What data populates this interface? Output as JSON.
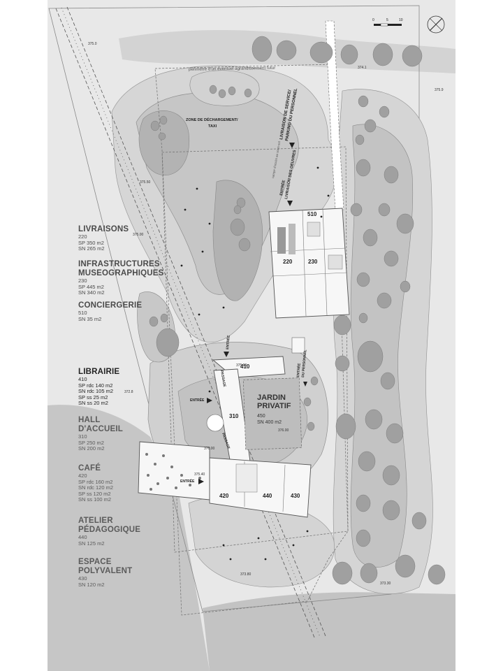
{
  "legend": [
    {
      "title": "LIVRAISONS",
      "lines": [
        "220",
        "SP 350 m2",
        "SN 265 m2"
      ]
    },
    {
      "title": "INFRASTRUCTURES MUSEOGRAPHIQUES",
      "title_lines": [
        "INFRASTRUCTURES",
        "MUSEOGRAPHIQUES"
      ],
      "lines": [
        "230",
        "SP 445 m2",
        "SN 340 m2"
      ]
    },
    {
      "title": "CONCIERGERIE",
      "lines": [
        "510",
        "SN 35 m2"
      ]
    },
    {
      "title": "LIBRAIRIE",
      "lines": [
        "410",
        "SP rdc 140 m2",
        "SN rdc 105 m2",
        "SP  ss   25 m2",
        "SN  ss   20 m2"
      ]
    },
    {
      "title": "HALL D'ACCUEIL",
      "title_lines": [
        "HALL",
        "D'ACCUEIL"
      ],
      "lines": [
        "310",
        "SP 250 m2",
        "SN 200 m2"
      ]
    },
    {
      "title": "CAFÉ",
      "lines": [
        "420",
        "SP rdc 160 m2",
        "SN rdc 120 m2",
        "SP ss 120 m2",
        "SN ss 100 m2"
      ]
    },
    {
      "title": "ATELIER PÉDAGOGIQUE",
      "title_lines": [
        "ATELIER",
        "PÉDAGOGIQUE"
      ],
      "lines": [
        "440",
        "SN 125 m2"
      ]
    },
    {
      "title": "ESPACE POLYVALENT",
      "title_lines": [
        "ESPACE",
        "POLYVALENT"
      ],
      "lines": [
        "430",
        "SN 120 m2"
      ]
    }
  ],
  "plan": {
    "perimeter_note": "périmètre d'un éventuel agrandissement futur",
    "zone_label": [
      "ZONE DE DÉCHARGEMENT/",
      "TAXI"
    ],
    "service_label": [
      "LIVRAISON DE SERVICE/",
      "PARKING DU PERSONNEL"
    ],
    "delivery_label": [
      "ENTRÉE",
      "LIVRAISON DES OEUVRES"
    ],
    "small_note": "rampe d'accès au sous-sol",
    "entree_staff": [
      "ENTRÉE",
      "DU PERSONNEL"
    ],
    "entree": "ENTRÉE",
    "passage": "PASSAGE",
    "garden_title": [
      "JARDIN",
      "PRIVATIF"
    ],
    "garden_lines": [
      "450",
      "SN 400 m2"
    ],
    "room_numbers": [
      "510",
      "220",
      "230",
      "410",
      "310",
      "420",
      "440",
      "430"
    ],
    "elevations": [
      "375.0",
      "374.1",
      "375.9",
      "375.50",
      "375.00",
      "375.00",
      "372.8",
      "376.00",
      "376.00",
      "375.40",
      "373.80",
      "373.30"
    ],
    "scale_ticks": [
      "0",
      "5",
      "10"
    ]
  },
  "colors": {
    "ground": "#e6e6e6",
    "topo1": "#d4d4d4",
    "topo2": "#c3c3c3",
    "topo3": "#b0b0b0",
    "tree": "#9a9a9a",
    "building": "#f6f6f6",
    "road": "#c6c6c6"
  }
}
